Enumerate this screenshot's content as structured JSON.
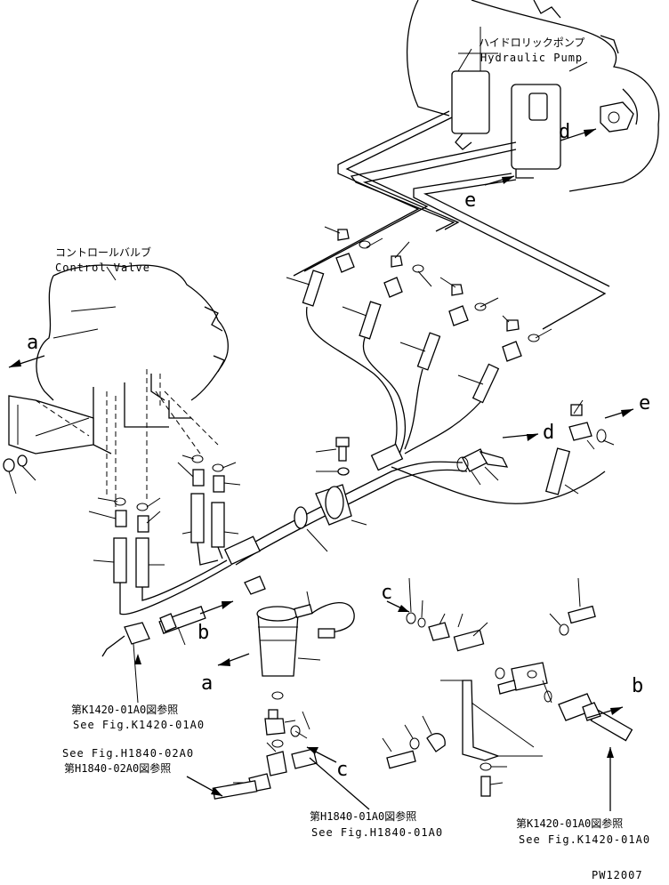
{
  "labels": {
    "hydraulic_pump_jp": "ハイドロリックポンプ",
    "hydraulic_pump_en": "Hydraulic Pump",
    "control_valve_jp": "コントロールバルブ",
    "control_valve_en": "Control Valve"
  },
  "arrows": {
    "a_upper": "a",
    "a_lower": "a",
    "b_lower": "b",
    "b_right": "b",
    "c_upper": "c",
    "c_lower": "c",
    "d_upper": "d",
    "d_right": "d",
    "e_upper": "e",
    "e_right": "e"
  },
  "references": {
    "ref1_jp": "第K1420-01A0図参照",
    "ref1_en": "See Fig.K1420-01A0",
    "ref2_en": "See Fig.H1840-02A0",
    "ref2_jp": "第H1840-02A0図参照",
    "ref3_jp": "第H1840-01A0図参照",
    "ref3_en": "See Fig.H1840-01A0",
    "ref4_jp": "第K1420-01A0図参照",
    "ref4_en": "See Fig.K1420-01A0"
  },
  "drawing_code": "PW12007"
}
